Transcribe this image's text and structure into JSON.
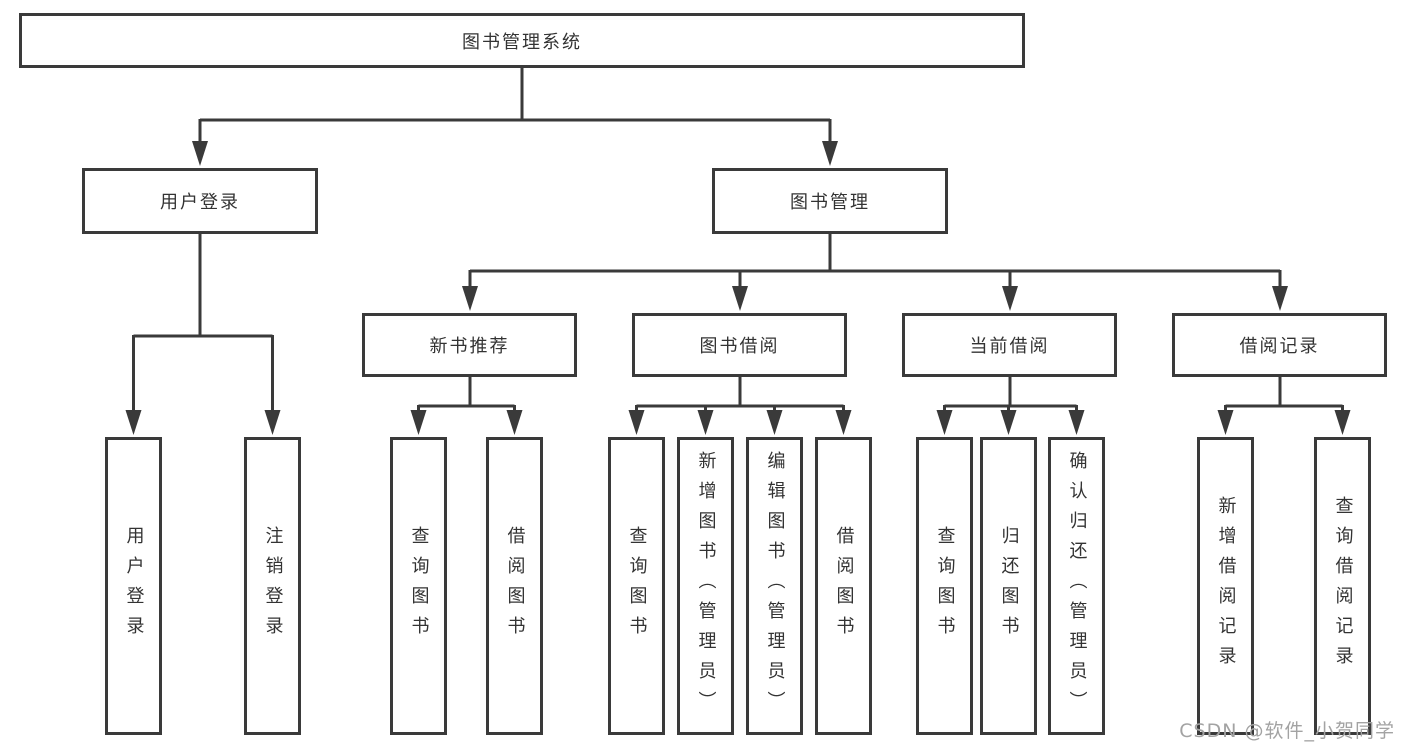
{
  "nodes": {
    "root": "图书管理系统",
    "level2": {
      "user_login": "用户登录",
      "book_management": "图书管理"
    },
    "level3": {
      "new_book_recommend": "新书推荐",
      "book_borrowing": "图书借阅",
      "current_borrowing": "当前借阅",
      "borrowing_records": "借阅记录"
    },
    "leaves": {
      "user_login": "用户登录",
      "logout": "注销登录",
      "recommend_query_books": "查询图书",
      "recommend_borrow_books": "借阅图书",
      "borrowing_query_books": "查询图书",
      "borrowing_add_books": "新增图书（管理员）",
      "borrowing_edit_books": "编辑图书（管理员）",
      "borrowing_borrow_books": "借阅图书",
      "current_query_books": "查询图书",
      "current_return_books": "归还图书",
      "current_confirm_return": "确认归还（管理员）",
      "records_add_record": "新增借阅记录",
      "records_query_record": "查询借阅记录"
    }
  },
  "watermark": "CSDN @软件_小贺同学",
  "colors": {
    "line": "#3a3a3a",
    "text": "#333333",
    "background": "#ffffff",
    "watermark": "#a3a3a3"
  }
}
